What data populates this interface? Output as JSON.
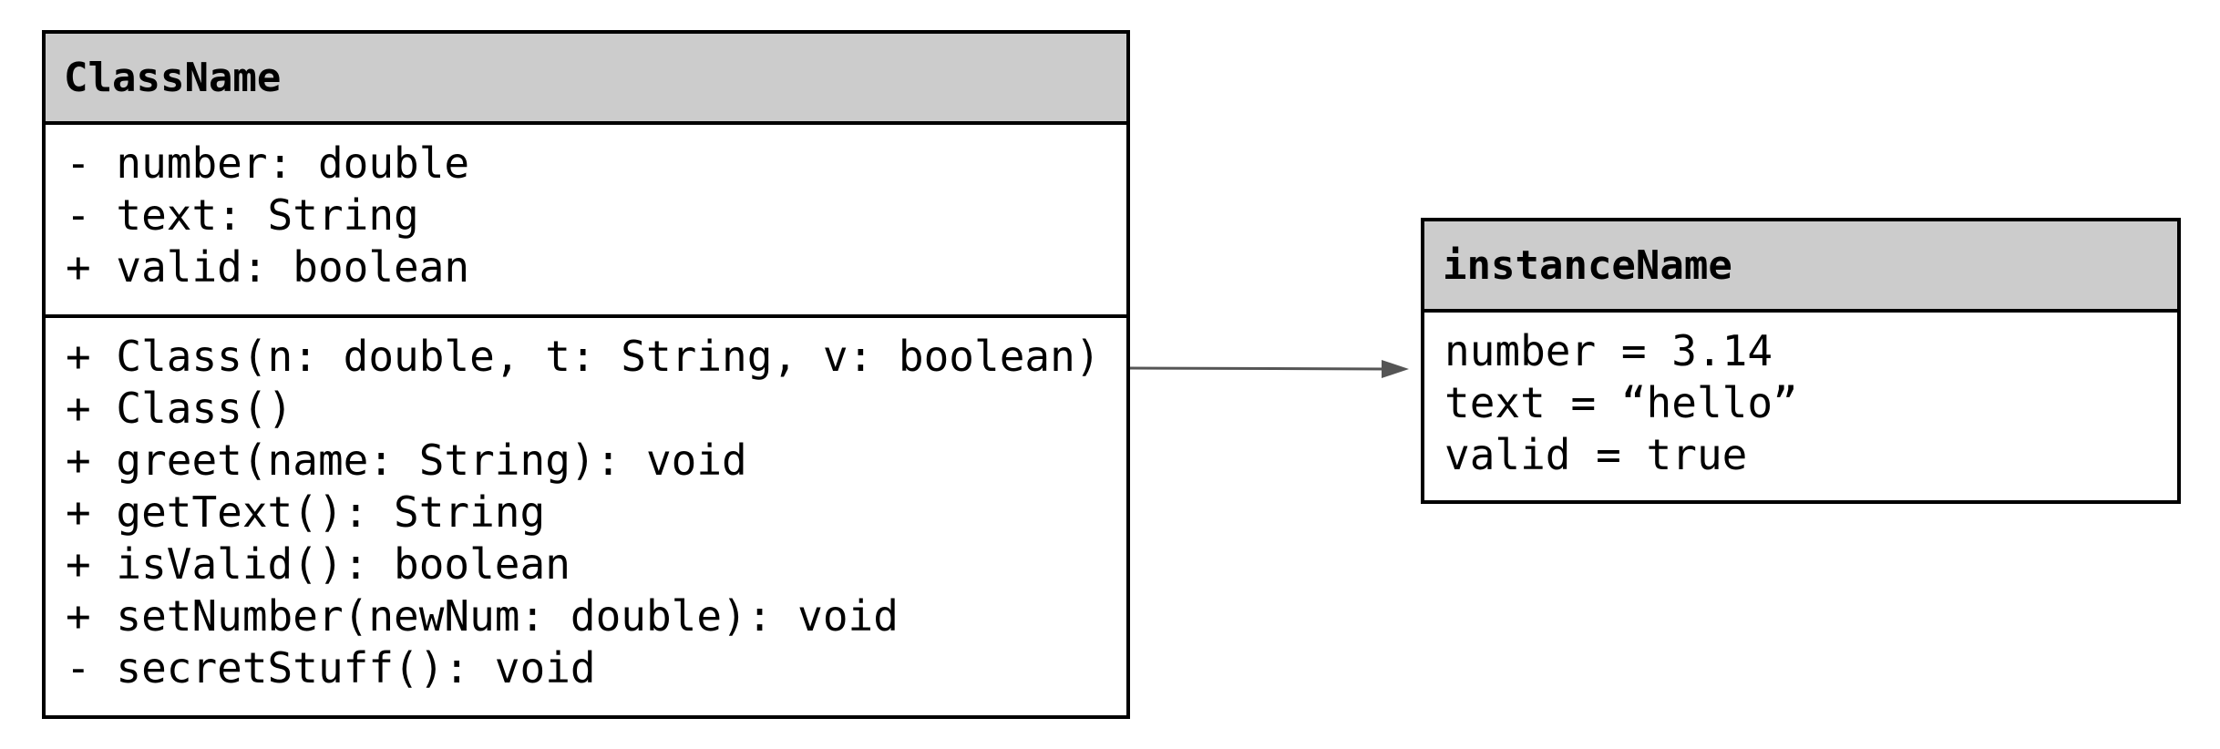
{
  "class_box": {
    "title": "ClassName",
    "attributes": [
      "- number: double",
      "- text: String",
      "+ valid: boolean"
    ],
    "methods": [
      "+ Class(n: double, t: String, v: boolean)",
      "+ Class()",
      "+ greet(name: String): void",
      "+ getText(): String",
      "+ isValid(): boolean",
      "+ setNumber(newNum: double): void",
      "- secretStuff(): void"
    ]
  },
  "instance_box": {
    "title": "instanceName",
    "values": [
      "number = 3.14",
      "text = “hello”",
      "valid = true"
    ]
  },
  "colors": {
    "header_fill": "#cccccc",
    "border": "#000000",
    "arrow": "#555555"
  }
}
